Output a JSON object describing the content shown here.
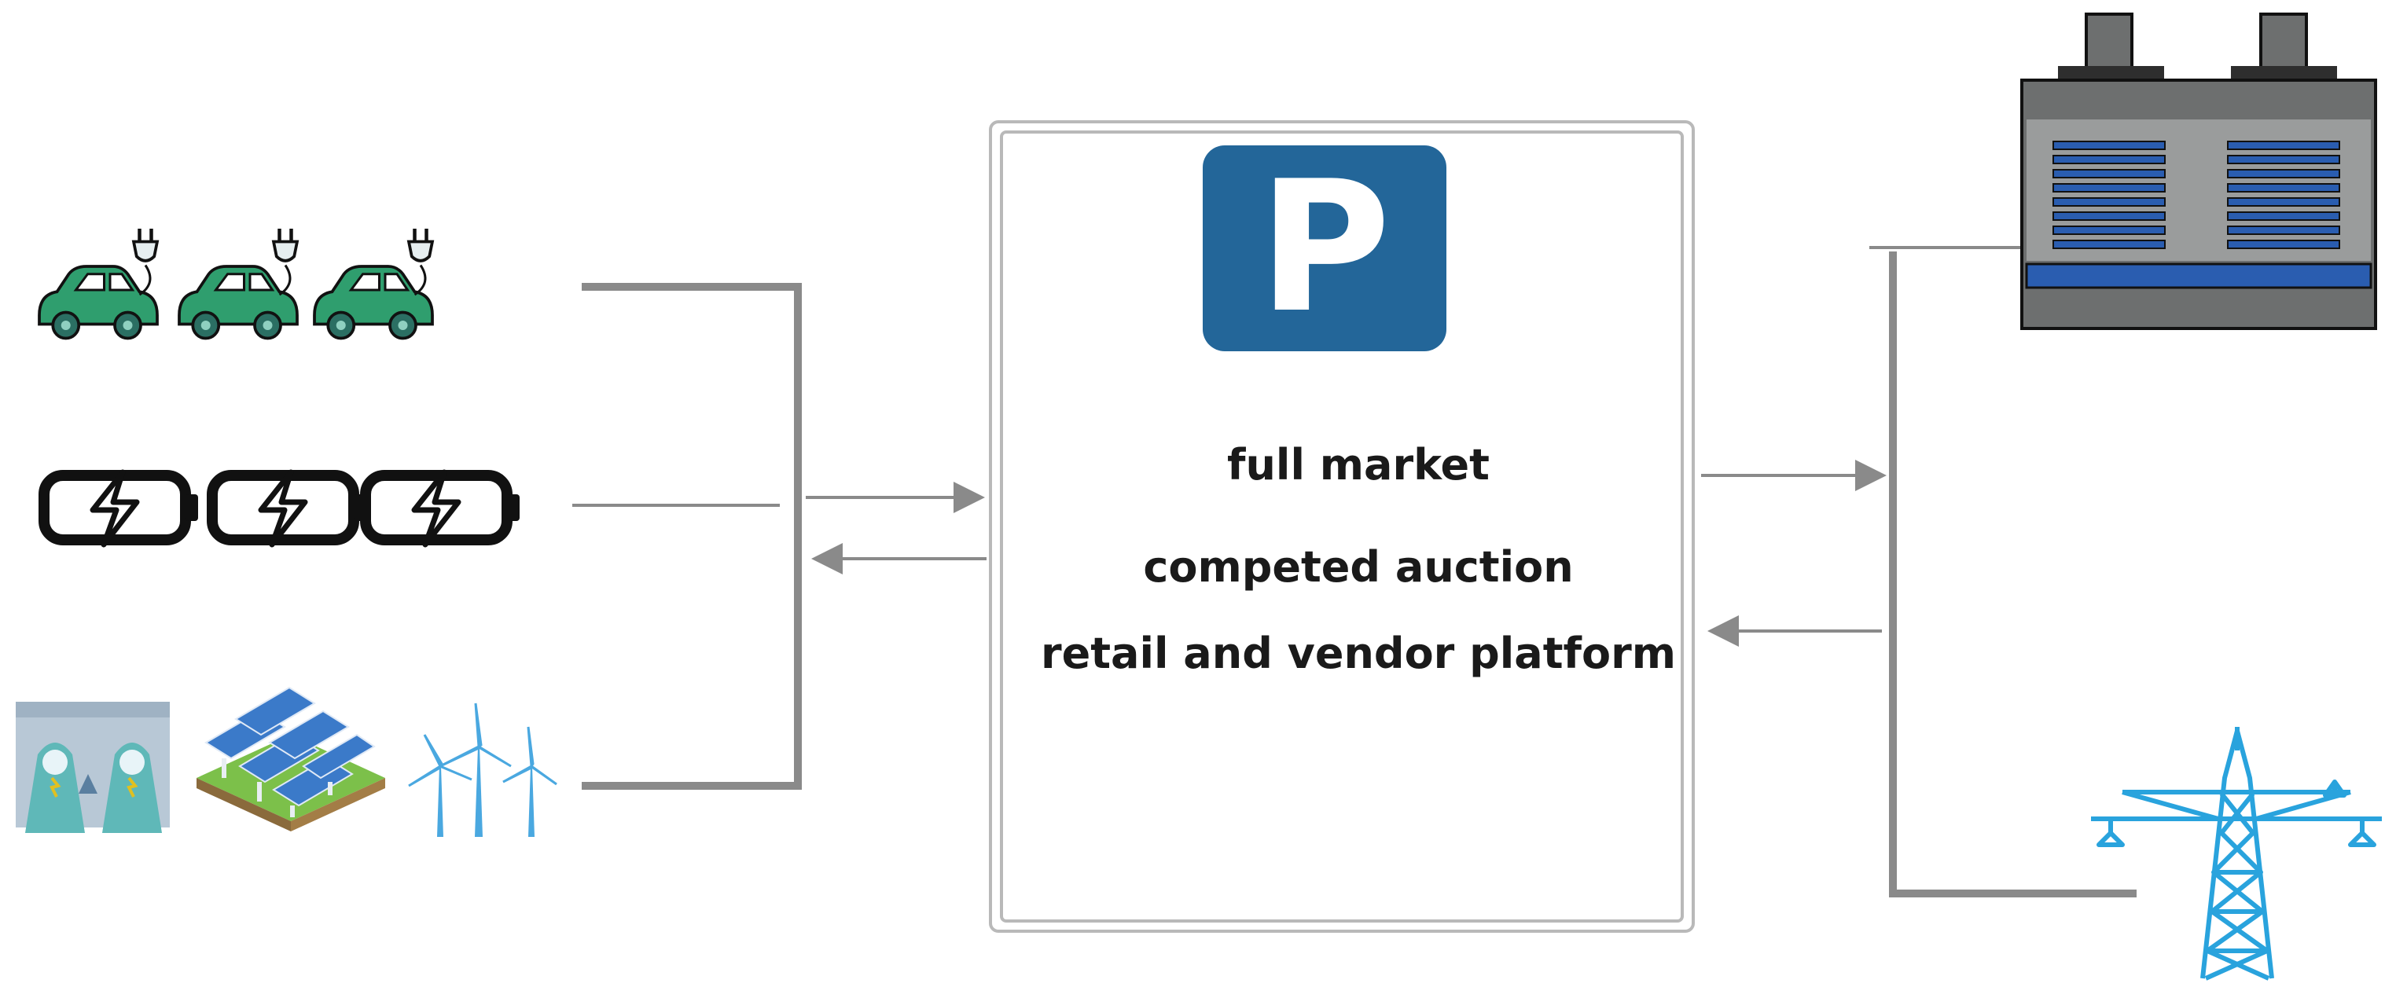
{
  "platform": {
    "logo_letter": "P",
    "lines": [
      "full market",
      "competed auction",
      "retail and vendor platform"
    ]
  },
  "left_groups": [
    {
      "name": "electric-vehicles",
      "icons": [
        "ev-car-icon",
        "ev-car-icon",
        "ev-car-icon"
      ]
    },
    {
      "name": "batteries",
      "icons": [
        "battery-charging-icon",
        "battery-charging-icon",
        "battery-charging-icon"
      ]
    },
    {
      "name": "renewables",
      "icons": [
        "hydro-plant-icon",
        "solar-farm-icon",
        "wind-turbine-icon"
      ]
    }
  ],
  "right_groups": [
    {
      "name": "power-plant",
      "icons": [
        "power-plant-icon"
      ]
    },
    {
      "name": "transmission",
      "icons": [
        "transmission-tower-icon"
      ]
    }
  ],
  "colors": {
    "logo_bg": "#236699",
    "connector": "#8a8a8a",
    "ev_body": "#2f9e6e",
    "battery": "#111111",
    "solar": "#3b7ac9",
    "tower": "#29a3dd",
    "plant_body": "#9a9c9c",
    "plant_stripe": "#2a5db0"
  }
}
